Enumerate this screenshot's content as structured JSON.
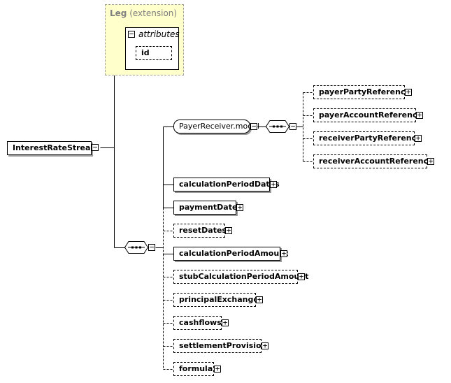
{
  "extension": {
    "name": "Leg",
    "suffix": "(extension)",
    "attributes_label": "attributes",
    "attribute_id": "id"
  },
  "root": "InterestRateStream",
  "group": {
    "name": "PayerReceiver.model"
  },
  "group_children": [
    "payerPartyReference",
    "payerAccountReference",
    "receiverPartyReference",
    "receiverAccountReference"
  ],
  "sequence_children": [
    {
      "name": "calculationPeriodDates",
      "optional": false
    },
    {
      "name": "paymentDates",
      "optional": false
    },
    {
      "name": "resetDates",
      "optional": true
    },
    {
      "name": "calculationPeriodAmount",
      "optional": false
    },
    {
      "name": "stubCalculationPeriodAmount",
      "optional": true
    },
    {
      "name": "principalExchanges",
      "optional": true
    },
    {
      "name": "cashflows",
      "optional": true
    },
    {
      "name": "settlementProvision",
      "optional": true
    },
    {
      "name": "formula",
      "optional": true
    }
  ],
  "icons": {
    "expand": "plus-box-icon",
    "collapse": "minus-box-icon",
    "sequence": "sequence-compositor-icon"
  }
}
